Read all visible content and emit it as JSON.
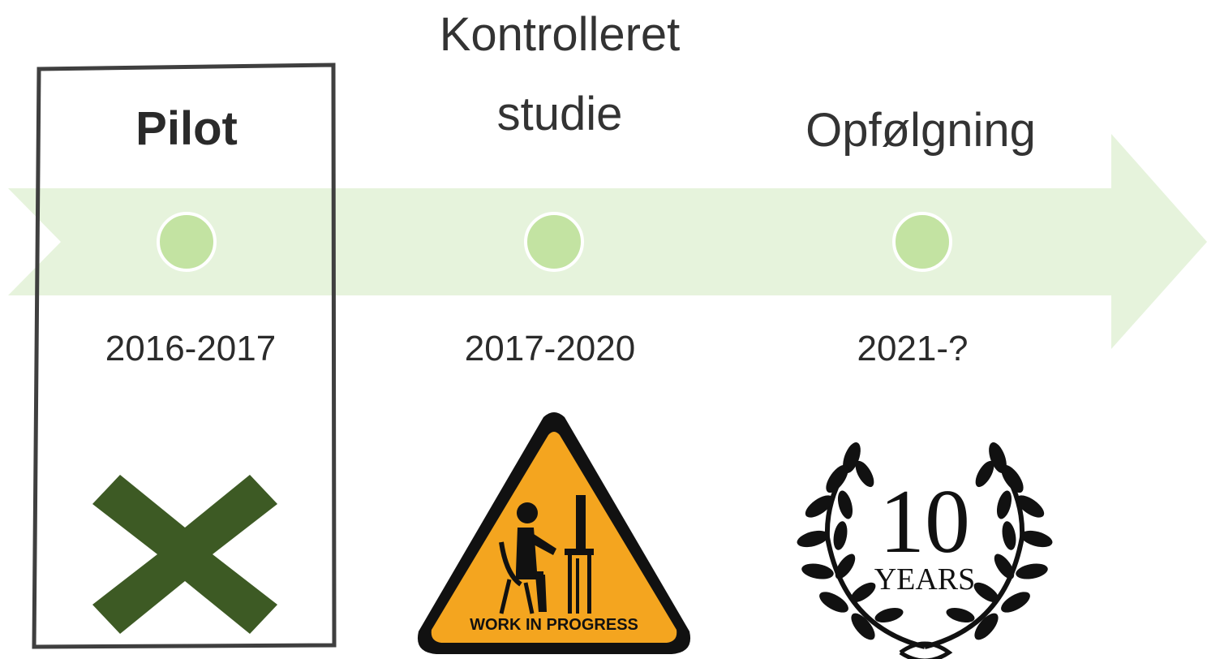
{
  "timeline": {
    "arrow_color": "#e6f3dc",
    "marker_color": "#c3e3a2",
    "phases": [
      {
        "title": "Pilot",
        "title_line2": "",
        "period": "2016-2017",
        "icon": "x-mark-icon",
        "highlighted": true
      },
      {
        "title": "Kontrolleret",
        "title_line2": "studie",
        "period": "2017-2020",
        "icon": "work-in-progress-sign-icon",
        "highlighted": false
      },
      {
        "title": "Opfølgning",
        "title_line2": "",
        "period": "2021-?",
        "icon": "ten-years-laurel-icon",
        "highlighted": false
      }
    ]
  },
  "icons": {
    "x_mark_color": "#3d5a24",
    "warning_fill": "#f4a51f",
    "warning_border": "#111111",
    "warning_text": "WORK IN PROGRESS",
    "badge_number": "10",
    "badge_text": "YEARS"
  }
}
